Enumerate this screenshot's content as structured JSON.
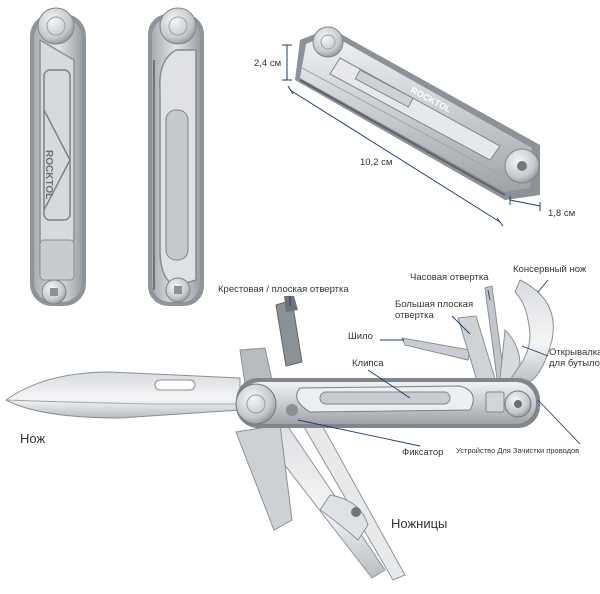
{
  "brand": "ROCKTOL",
  "dimensions": {
    "height": "2,4 см",
    "length": "10,2 см",
    "width": "1,8 см"
  },
  "labels": {
    "phillips": "Крестовая / плоская отвертка",
    "watch": "Часовая отвертка",
    "can_opener": "Консервный нож",
    "large_flat_line1": "Большая плоская",
    "large_flat_line2": "отвертка",
    "awl": "Шило",
    "clip": "Клипса",
    "bottle_line1": "Открывалка",
    "bottle_line2": "для бутылок",
    "knife": "Нож",
    "lock": "Фиксатор",
    "wire": "Устройство Для Зачистки проводов",
    "scissors": "Ножницы"
  },
  "colors": {
    "steel_light": "#e4e6e8",
    "steel_mid": "#b9bdc2",
    "steel_dark": "#7d8389",
    "handle_grey": "#9aa0a6",
    "accent_blue": "#1f3b6b",
    "label_text": "#333333"
  }
}
